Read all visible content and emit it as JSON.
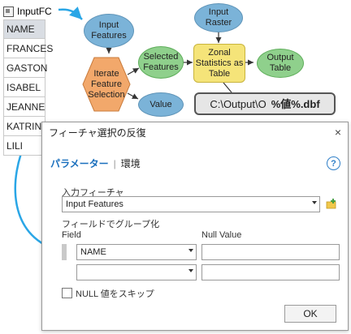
{
  "feature_class": {
    "title": "InputFC",
    "header": "NAME",
    "rows": [
      "FRANCES",
      "GASTON",
      "ISABEL",
      "JEANNE",
      "KATRINA",
      "LILI"
    ]
  },
  "model": {
    "input_features": "Input Features",
    "iterate": "Iterate Feature Selection",
    "selected_features": "Selected Features",
    "value": "Value",
    "input_raster": "Input Raster",
    "zonal": "Zonal Statistics as Table",
    "output_table": "Output Table",
    "output_path_plain": "C:\\Output\\O",
    "output_path_bold": "%値%.dbf"
  },
  "dialog": {
    "title": "フィーチャ選択の反復",
    "close": "×",
    "tab_parameters": "パラメーター",
    "tab_environment": "環境",
    "help": "?",
    "input_label": "入力フィーチャ",
    "input_value": "Input Features",
    "group_label": "フィールドでグループ化",
    "col_field": "Field",
    "col_null": "Null Value",
    "field_row1": "NAME",
    "field_row2": "",
    "skip_null": "NULL 値をスキップ",
    "ok": "OK"
  },
  "colors": {
    "blue_node": "#7bb3d8",
    "green_node": "#8fd08c",
    "orange_node": "#f2a86b",
    "yellow_node": "#f5e479",
    "arrow": "#2aa6e6",
    "accent": "#1a6fbd"
  }
}
